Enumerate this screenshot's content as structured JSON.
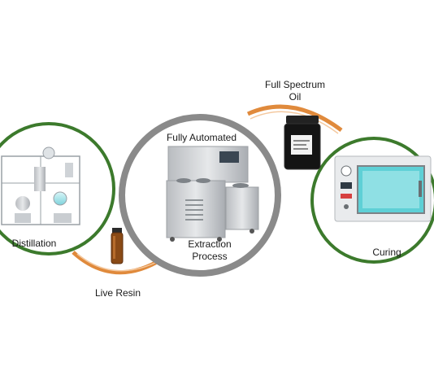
{
  "colors": {
    "outer_ring_green": "#3c7a2c",
    "center_ring_gray": "#8a8a8a",
    "connector_orange": "#e08a3c",
    "connector_inner": "#c46a22"
  },
  "stages": [
    {
      "name": "Distillation",
      "icon": "distillation-apparatus"
    },
    {
      "name": "Fully Automated",
      "icon": "extraction-machine"
    },
    {
      "name": "Extraction Process",
      "icon": "extraction-machine"
    },
    {
      "name": "Curing",
      "icon": "vacuum-oven"
    }
  ],
  "products": [
    {
      "name": "Live Resin",
      "icon": "resin-vial"
    },
    {
      "name": "Full Spectrum Oil",
      "icon": "oil-jar"
    }
  ],
  "labels": {
    "distillation": "Distillation",
    "center_top": "Fully Automated",
    "center_bottom_1": "Extraction",
    "center_bottom_2": "Process",
    "curing": "Curing",
    "live_resin": "Live Resin",
    "oil_1": "Full Spectrum",
    "oil_2": "Oil"
  }
}
